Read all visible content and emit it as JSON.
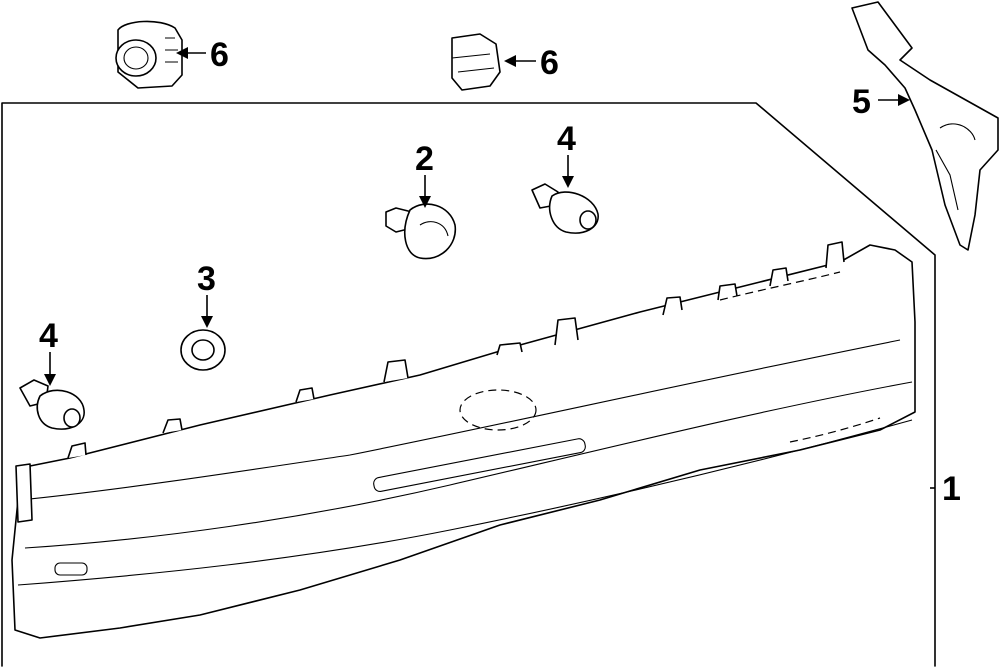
{
  "diagram": {
    "callouts": {
      "c1": "1",
      "c2": "2",
      "c3": "3",
      "c4a": "4",
      "c4b": "4",
      "c5": "5",
      "c6a": "6",
      "c6b": "6"
    }
  }
}
